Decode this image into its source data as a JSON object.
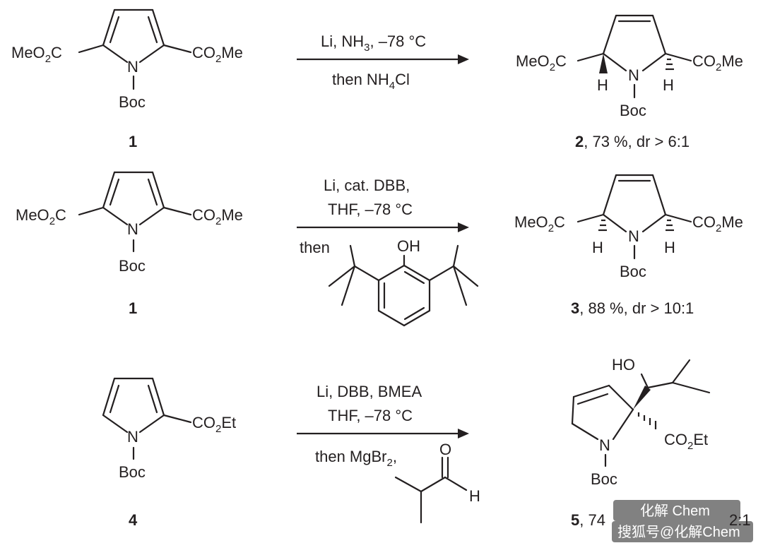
{
  "rows": [
    {
      "start": {
        "left_sub": "MeO2C",
        "right_sub": "CO2Me",
        "n_label": "N",
        "n_sub": "Boc",
        "label": "1"
      },
      "conditions_above": [
        "Li, NH3, –78 °C"
      ],
      "conditions_below": [
        "then NH4Cl"
      ],
      "product": {
        "left_sub": "MeO2C",
        "right_sub": "CO2Me",
        "n_label": "N",
        "n_sub": "Boc",
        "h_left": "H",
        "h_right": "H",
        "label": "2",
        "yield": ", 73 %, dr > 6:1"
      }
    },
    {
      "start": {
        "left_sub": "MeO2C",
        "right_sub": "CO2Me",
        "n_label": "N",
        "n_sub": "Boc",
        "label": "1"
      },
      "conditions_above": [
        "Li, cat. DBB,",
        "THF, –78 °C"
      ],
      "conditions_below": [
        "then"
      ],
      "reagent": {
        "oh": "OH"
      },
      "product": {
        "left_sub": "MeO2C",
        "right_sub": "CO2Me",
        "n_label": "N",
        "n_sub": "Boc",
        "h_left": "H",
        "h_right": "H",
        "label": "3",
        "yield": ", 88 %, dr > 10:1"
      }
    },
    {
      "start": {
        "right_sub": "CO2Et",
        "n_label": "N",
        "n_sub": "Boc",
        "label": "4"
      },
      "conditions_above": [
        "Li, DBB, BMEA",
        "THF, –78 °C"
      ],
      "conditions_below": [
        "then MgBr2,"
      ],
      "reagent": {
        "o": "O",
        "h": "H"
      },
      "product": {
        "ho": "HO",
        "ester": "CO2Et",
        "n_label": "N",
        "n_sub": "Boc",
        "label": "5",
        "yield": ", 74"
      }
    }
  ],
  "watermark": {
    "top": "化解 Chem",
    "bottom": "搜狐号@化解Chem",
    "partial": "2:1"
  }
}
